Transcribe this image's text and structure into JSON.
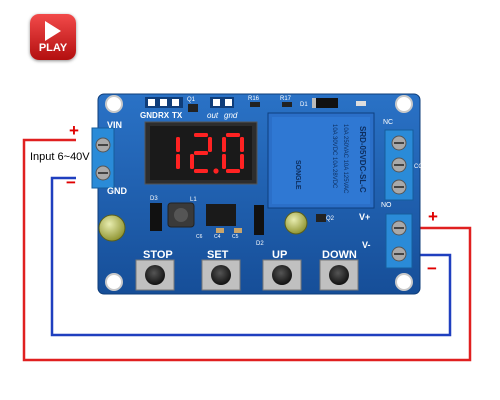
{
  "play_button": {
    "label": "PLAY"
  },
  "input_note": {
    "text": "Input 6~40V"
  },
  "power_terminal": {
    "top_label": "VIN",
    "bottom_label": "GND",
    "plus_sign": "+",
    "minus_sign": "−"
  },
  "output_terminal": {
    "top_label": "V+",
    "bottom_label": "V-",
    "plus_sign": "+",
    "minus_sign": "−"
  },
  "header_pins": {
    "labels": [
      "GND",
      "RX",
      "TX"
    ],
    "q1": "Q1",
    "out": "out",
    "gnd": "gnd"
  },
  "components": {
    "r16": "R16",
    "r17": "R17",
    "d1": "D1",
    "d2": "D2",
    "d3": "D3",
    "l1": "L1",
    "c4": "C4",
    "c5": "C5",
    "c6": "C6",
    "q2": "Q2"
  },
  "display": {
    "value": "12.0"
  },
  "relay": {
    "model": "SRD-05VDC-SL-C",
    "ratings": [
      "10A 250VAC  10A 125VAC",
      "10A 30VDC  10A 28VDC"
    ],
    "brand": "SONGLE",
    "nc": "NC",
    "no": "NO",
    "com": "COM"
  },
  "buttons": {
    "stop": "STOP",
    "set": "SET",
    "up": "UP",
    "down": "DOWN"
  },
  "colors": {
    "pcb": "#1b5fb0",
    "wire_positive": "#e02020",
    "wire_negative": "#1f3fbf",
    "terminal": "#2a8bd8",
    "segment": "#ff2222"
  }
}
